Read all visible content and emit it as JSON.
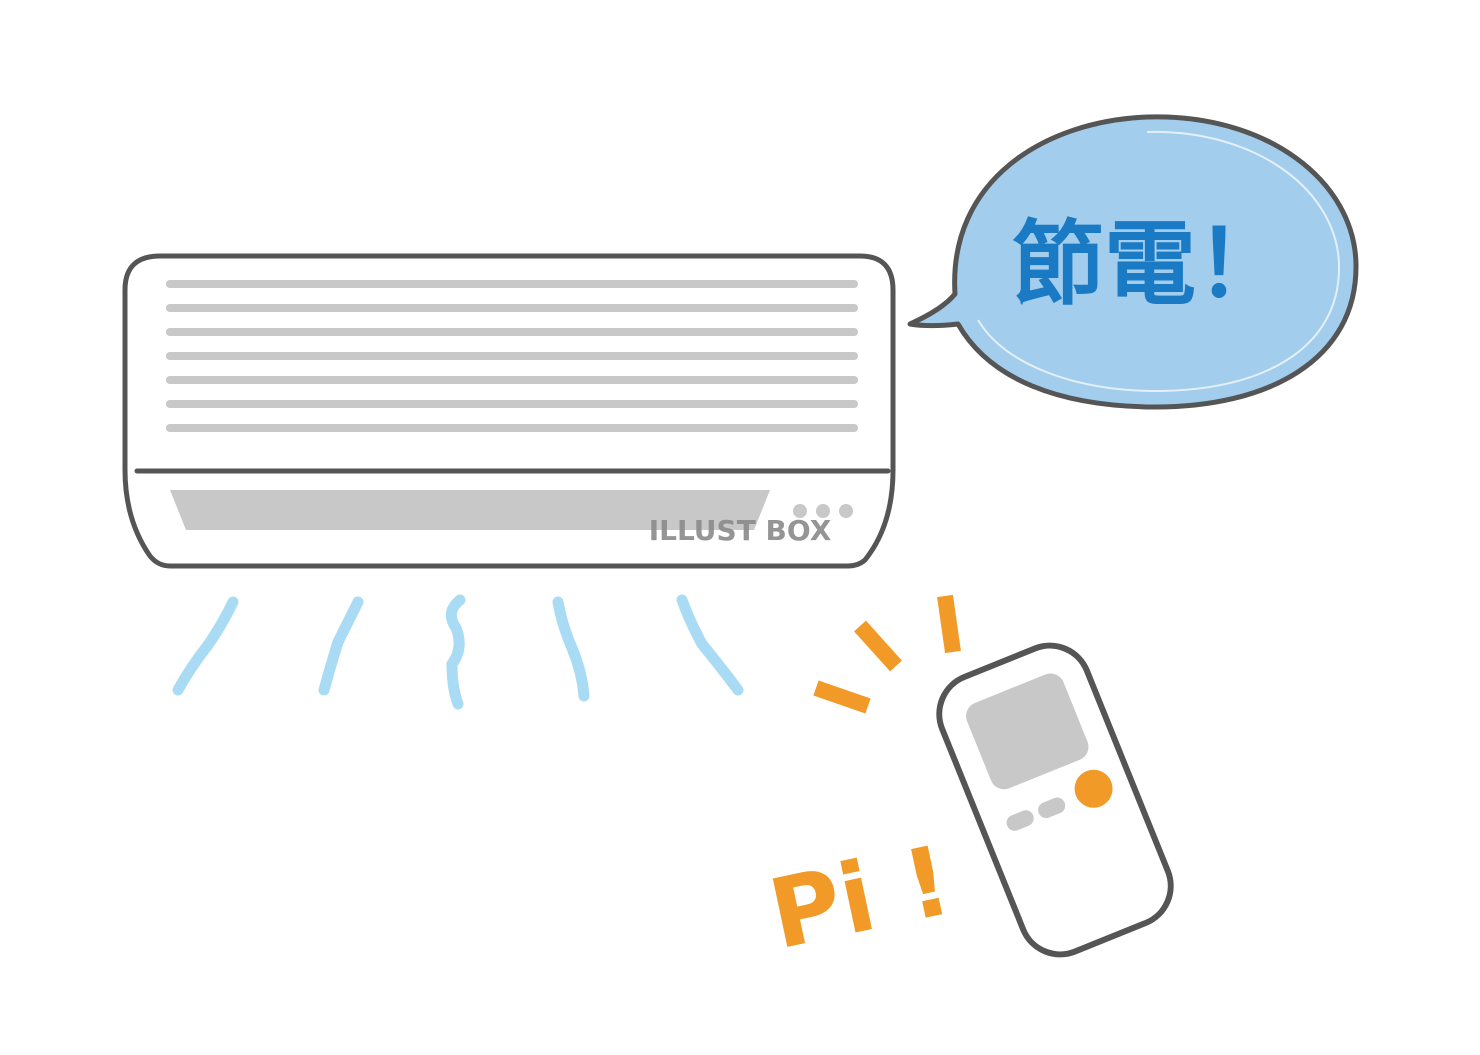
{
  "speech_bubble": {
    "text": "節電！"
  },
  "remote_sound": {
    "text": "Pi !"
  },
  "watermark": {
    "text": "ILLUST BOX"
  },
  "colors": {
    "outline": "#555555",
    "vent_gray": "#c8c8c8",
    "bubble_fill": "#a3cdec",
    "bubble_text": "#1a7bc4",
    "airflow": "#a9dcf4",
    "accent_orange": "#f19a27",
    "watermark": "#8a8a8a"
  },
  "icons": {
    "air_conditioner": "air-conditioner-icon",
    "remote": "remote-control-icon"
  }
}
